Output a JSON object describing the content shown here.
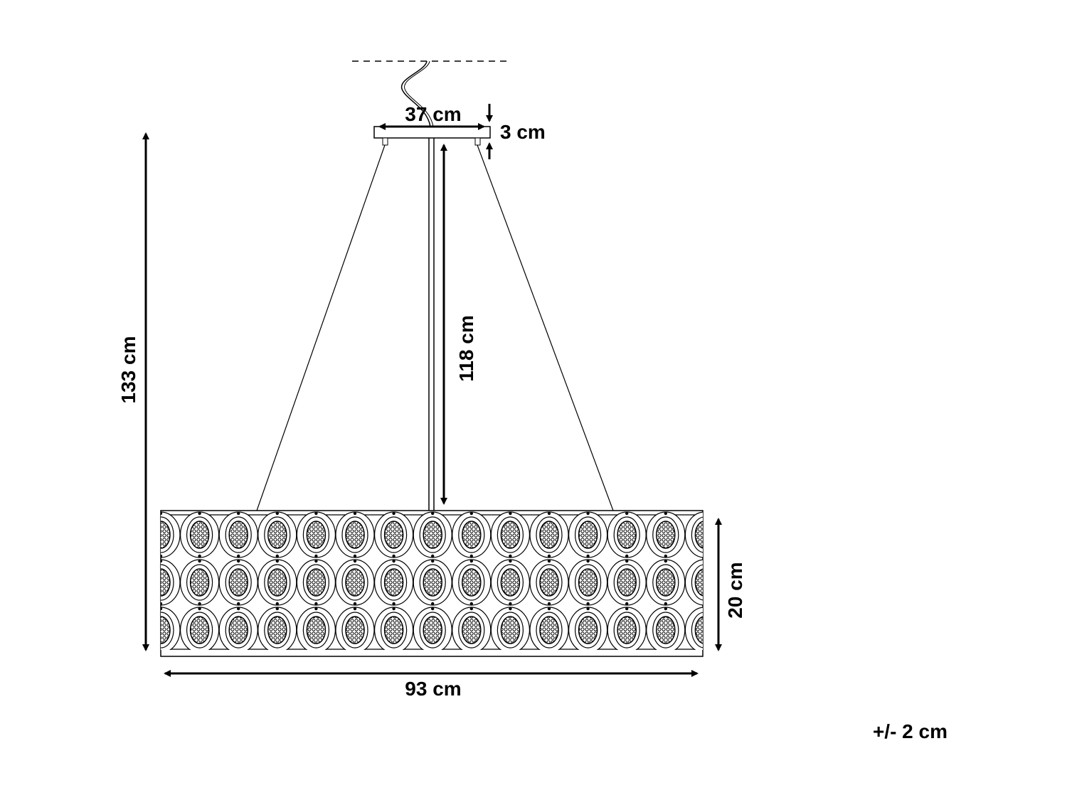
{
  "dimensions": {
    "canopy_width": "37 cm",
    "canopy_height": "3 cm",
    "rod_length": "118 cm",
    "total_height": "133 cm",
    "shade_height": "20 cm",
    "shade_width": "93 cm"
  },
  "tolerance": "+/- 2 cm",
  "colors": {
    "line": "#000000",
    "fill": "#ffffff",
    "pattern": "#000000"
  }
}
